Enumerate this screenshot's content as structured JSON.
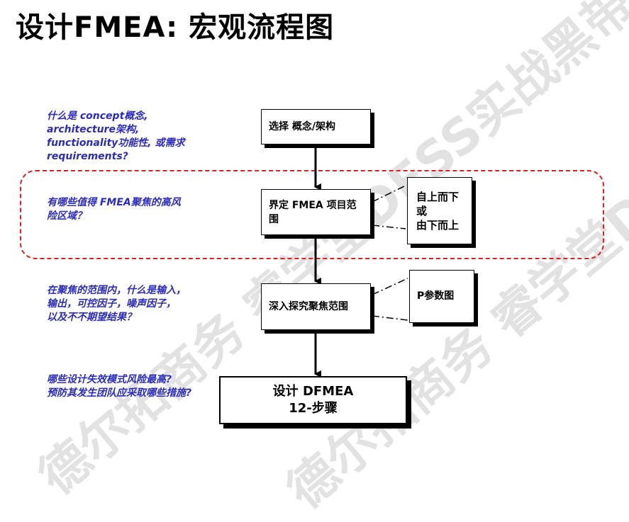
{
  "title": "设计FMEA: 宏观流程图",
  "questions": [
    "什么是 concept概念,\narchitecture架构,\nfunctionality功能性, 或需求\nrequirements?",
    "有哪些值得 FMEA聚焦的高风\n险区域？",
    "在聚焦的范围内，什么是输入，\n输出，可控因子，噪声因子，\n以及不不期望结果？",
    "哪些设计失效模式风险最高?\n预防其发生团队应采取哪些措施?"
  ],
  "boxes": {
    "step1": "选择 概念/架构",
    "step2": "界定 FMEA 项目范\n围",
    "step3": "深入探究聚焦范围",
    "step4": "设计 DFMEA\n12-步骤",
    "side_top": "自上而下\n或\n由下而上",
    "side_p": "P参数图"
  },
  "watermarks": [
    "德尔拓商务 睿学堂DFSS实战黑带",
    "德尔拓商务 睿学堂DFSS实战黑带"
  ],
  "colors": {
    "question": "#2b2bbf",
    "highlight": "#e02020"
  }
}
